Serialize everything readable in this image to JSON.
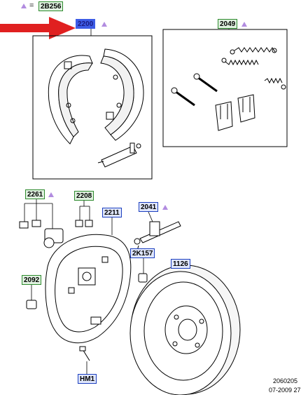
{
  "legend": {
    "equals": "=",
    "code": "2B256"
  },
  "callouts": [
    {
      "code": "2200",
      "style": "selected"
    },
    {
      "code": "2049",
      "style": "green"
    },
    {
      "code": "2261",
      "style": "green"
    },
    {
      "code": "2208",
      "style": "green"
    },
    {
      "code": "2211",
      "style": "blue"
    },
    {
      "code": "2041",
      "style": "blue"
    },
    {
      "code": "2K157",
      "style": "blue"
    },
    {
      "code": "1126",
      "style": "blue"
    },
    {
      "code": "2092",
      "style": "green"
    },
    {
      "code": "HM1",
      "style": "blue"
    }
  ],
  "reference": {
    "number": "2060205",
    "date": "07-2009 27"
  },
  "colors": {
    "green_border": "#2e8b2e",
    "green_fill": "#dff0df",
    "blue_border": "#1c3fbf",
    "blue_fill": "#dfe6fb",
    "selected_fill": "#3d5ce6",
    "selected_text": "#1a1a80",
    "arrow": "#e02020",
    "marker": "#b28ce0"
  },
  "icons": {
    "marker": "purple-triangle-marker",
    "pointer": "red-arrow"
  }
}
